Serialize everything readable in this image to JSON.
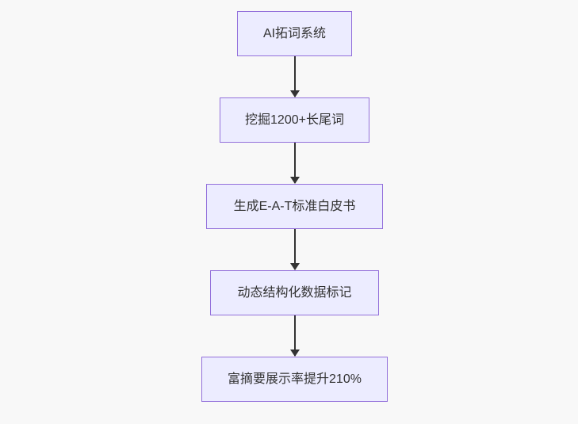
{
  "theme": {
    "canvas_bg": "#f8f8f8",
    "node_fill": "#ececff",
    "node_border": "#9370db",
    "edge_color": "#333333",
    "text_color": "#333333"
  },
  "diagram": {
    "type": "flowchart-top-down",
    "nodes": [
      {
        "label": "AI拓词系统"
      },
      {
        "label": "挖掘1200+长尾词"
      },
      {
        "label": "生成E-A-T标准白皮书"
      },
      {
        "label": "动态结构化数据标记"
      },
      {
        "label": "富摘要展示率提升210%"
      }
    ],
    "edges": [
      {
        "from": 0,
        "to": 1
      },
      {
        "from": 1,
        "to": 2
      },
      {
        "from": 2,
        "to": 3
      },
      {
        "from": 3,
        "to": 4
      }
    ]
  }
}
